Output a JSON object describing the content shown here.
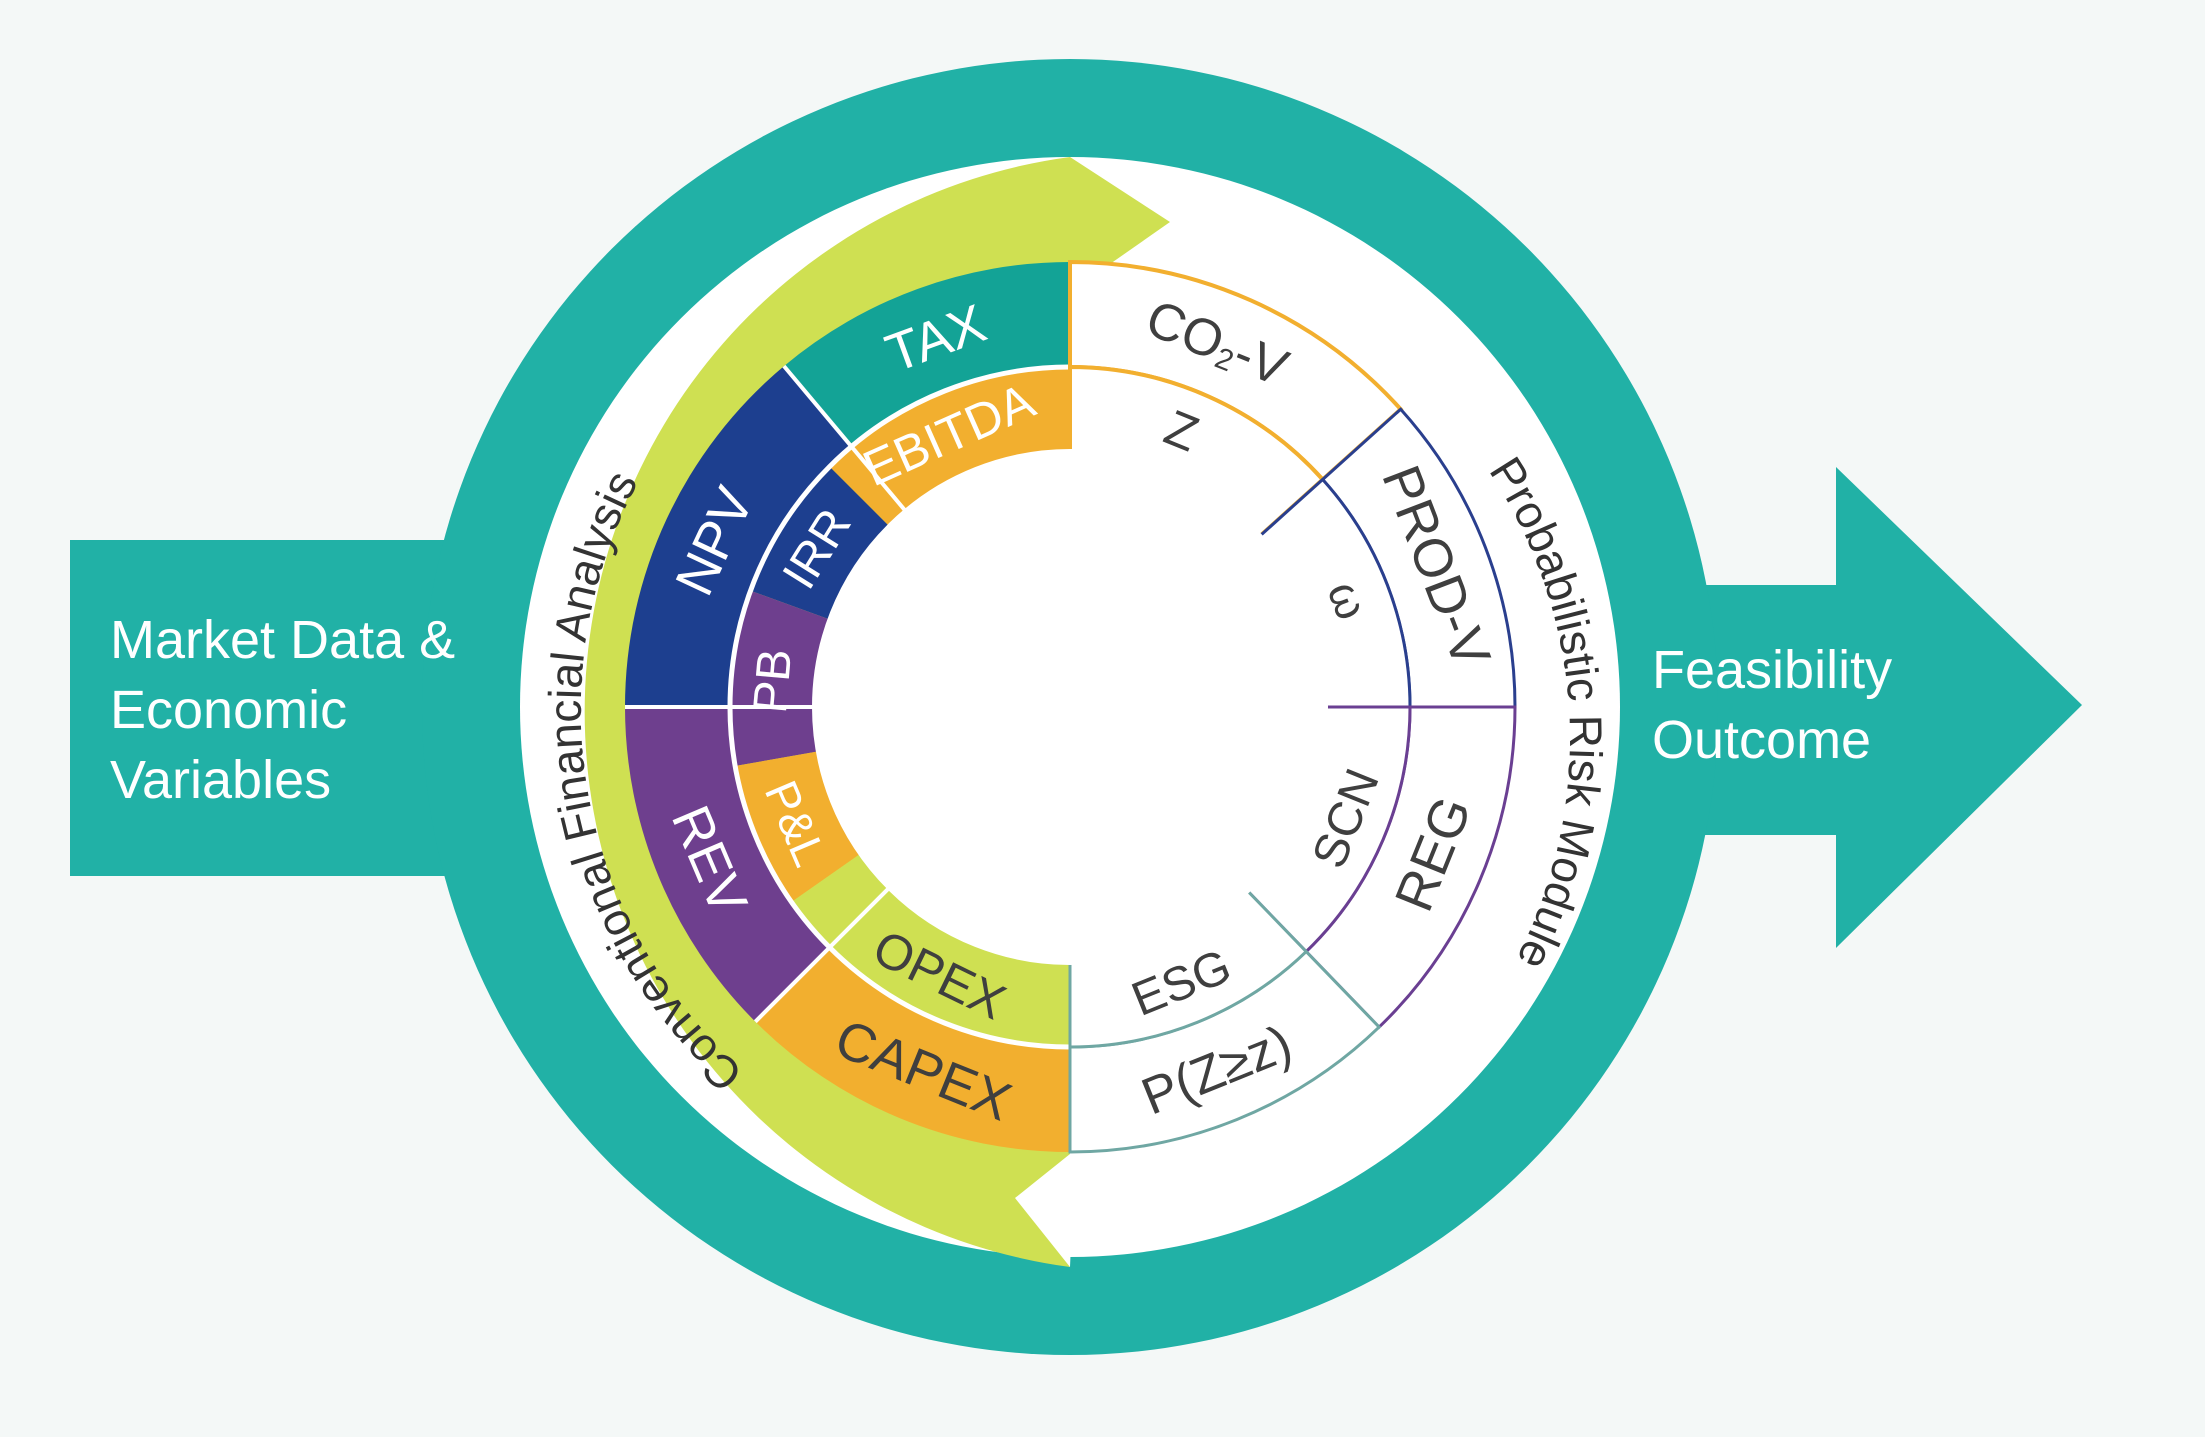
{
  "input": {
    "line1": "Market Data &",
    "line2": "Economic",
    "line3": "Variables"
  },
  "output": {
    "line1": "Feasibility",
    "line2": "Outcome"
  },
  "arc_labels": {
    "left": "Conventional Financial Analysis",
    "right": "Probabilistic Risk Module"
  },
  "outer_ring": {
    "tax": "TAX",
    "npv": "NPV",
    "rev": "REV",
    "capex": "CAPEX",
    "co2v_main": "CO",
    "co2v_sub": "2",
    "co2v_rest": "-V",
    "prodv": "PROD-V",
    "reg": "REG",
    "pzz": "P(Z≥z)"
  },
  "inner_ring": {
    "ebitda": "EBITDA",
    "irr": "IRR",
    "pb": "PB",
    "pl": "P&L",
    "opex": "OPEX",
    "z": "Z",
    "omega": "ω",
    "scn": "SCN",
    "esg": "ESG"
  },
  "colors": {
    "teal": "#21b1a6",
    "dark_teal": "#13a396",
    "lime": "#cfe052",
    "navy": "#1d3f8f",
    "purple": "#6e3f8e",
    "orange": "#f2af2f",
    "grey_teal": "#6fa7a3",
    "blue_line": "#2a3f8e",
    "purple_line": "#6a3f92"
  }
}
